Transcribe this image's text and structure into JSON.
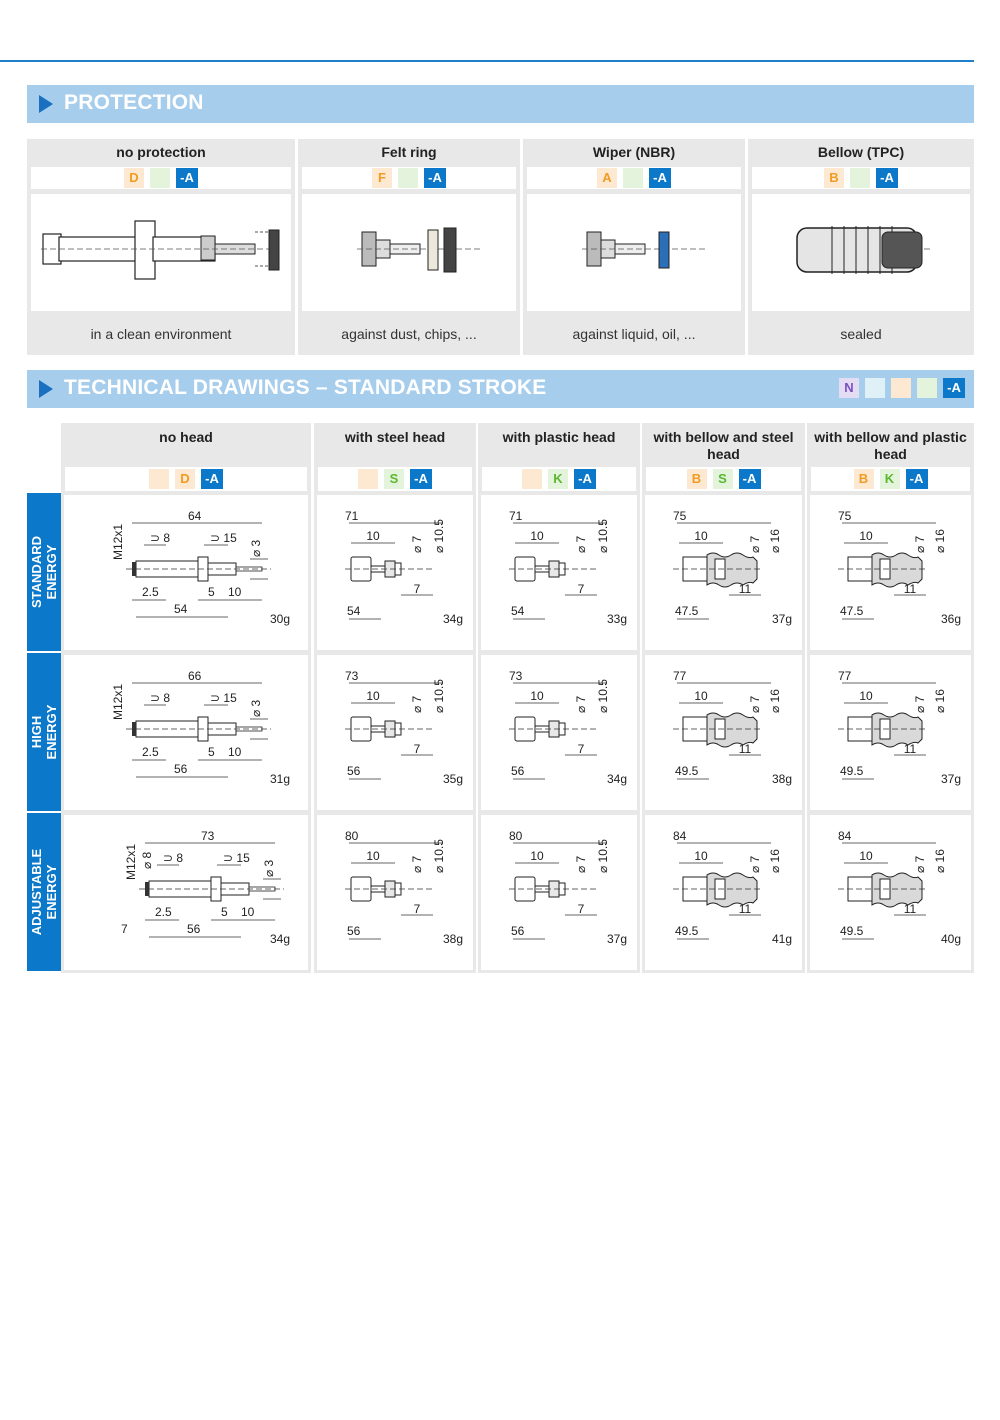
{
  "protection": {
    "title": "PROTECTION",
    "columns": [
      {
        "header": "no protection",
        "codes": [
          "D",
          "",
          "-A"
        ],
        "caption": "in a clean environment"
      },
      {
        "header": "Felt ring",
        "codes": [
          "F",
          "",
          "-A"
        ],
        "caption": "against dust, chips, ..."
      },
      {
        "header": "Wiper (NBR)",
        "codes": [
          "A",
          "",
          "-A"
        ],
        "caption": "against liquid, oil, ..."
      },
      {
        "header": "Bellow (TPC)",
        "codes": [
          "B",
          "",
          "-A"
        ],
        "caption": "sealed"
      }
    ]
  },
  "technical": {
    "title": "TECHNICAL DRAWINGS – STANDARD STROKE",
    "title_codes": [
      "N",
      "",
      "",
      "",
      "-A"
    ],
    "columns": [
      {
        "header": "no head",
        "codes": [
          "",
          "D",
          "-A"
        ]
      },
      {
        "header": "with steel head",
        "codes": [
          "",
          "S",
          "-A"
        ]
      },
      {
        "header": "with plastic head",
        "codes": [
          "",
          "K",
          "-A"
        ]
      },
      {
        "header": "with bellow and steel head",
        "codes": [
          "B",
          "S",
          "-A"
        ]
      },
      {
        "header": "with bellow and plastic head",
        "codes": [
          "B",
          "K",
          "-A"
        ]
      }
    ],
    "rows": [
      {
        "label": "STANDARD\nENERGY",
        "nohead": {
          "total": "64",
          "thread": "M12x1",
          "wrench1": "8",
          "wrench2": "15",
          "d": "3",
          "a": "2.5",
          "b": "5",
          "c": "10",
          "len": "54",
          "weight": "30g"
        },
        "heads": [
          {
            "total": "71",
            "a": "10",
            "d1": "7",
            "d2": "10.5",
            "b": "7",
            "len": "54",
            "weight": "34g"
          },
          {
            "total": "71",
            "a": "10",
            "d1": "7",
            "d2": "10.5",
            "b": "7",
            "len": "54",
            "weight": "33g"
          },
          {
            "total": "75",
            "a": "10",
            "d1": "7",
            "d2": "16",
            "b": "11",
            "len": "47.5",
            "weight": "37g"
          },
          {
            "total": "75",
            "a": "10",
            "d1": "7",
            "d2": "16",
            "b": "11",
            "len": "47.5",
            "weight": "36g"
          }
        ]
      },
      {
        "label": "HIGH\nENERGY",
        "nohead": {
          "total": "66",
          "thread": "M12x1",
          "wrench1": "8",
          "wrench2": "15",
          "d": "3",
          "a": "2.5",
          "b": "5",
          "c": "10",
          "len": "56",
          "weight": "31g"
        },
        "heads": [
          {
            "total": "73",
            "a": "10",
            "d1": "7",
            "d2": "10.5",
            "b": "7",
            "len": "56",
            "weight": "35g"
          },
          {
            "total": "73",
            "a": "10",
            "d1": "7",
            "d2": "10.5",
            "b": "7",
            "len": "56",
            "weight": "34g"
          },
          {
            "total": "77",
            "a": "10",
            "d1": "7",
            "d2": "16",
            "b": "11",
            "len": "49.5",
            "weight": "38g"
          },
          {
            "total": "77",
            "a": "10",
            "d1": "7",
            "d2": "16",
            "b": "11",
            "len": "49.5",
            "weight": "37g"
          }
        ]
      },
      {
        "label": "ADJUSTABLE\nENERGY",
        "nohead": {
          "total": "73",
          "thread": "M12x1",
          "d8": "8",
          "wrench1": "8",
          "wrench2": "15",
          "d": "3",
          "a": "2.5",
          "b": "5",
          "c": "10",
          "pre": "7",
          "len": "56",
          "weight": "34g"
        },
        "heads": [
          {
            "total": "80",
            "a": "10",
            "d1": "7",
            "d2": "10.5",
            "b": "7",
            "len": "56",
            "weight": "38g"
          },
          {
            "total": "80",
            "a": "10",
            "d1": "7",
            "d2": "10.5",
            "b": "7",
            "len": "56",
            "weight": "37g"
          },
          {
            "total": "84",
            "a": "10",
            "d1": "7",
            "d2": "16",
            "b": "11",
            "len": "49.5",
            "weight": "41g"
          },
          {
            "total": "84",
            "a": "10",
            "d1": "7",
            "d2": "16",
            "b": "11",
            "len": "49.5",
            "weight": "40g"
          }
        ]
      }
    ]
  },
  "colors": {
    "accent": "#0b78c9",
    "bar": "#a7cdec",
    "orange": "#f29b22",
    "green": "#5cb82f",
    "purple": "#7b4fc4"
  }
}
